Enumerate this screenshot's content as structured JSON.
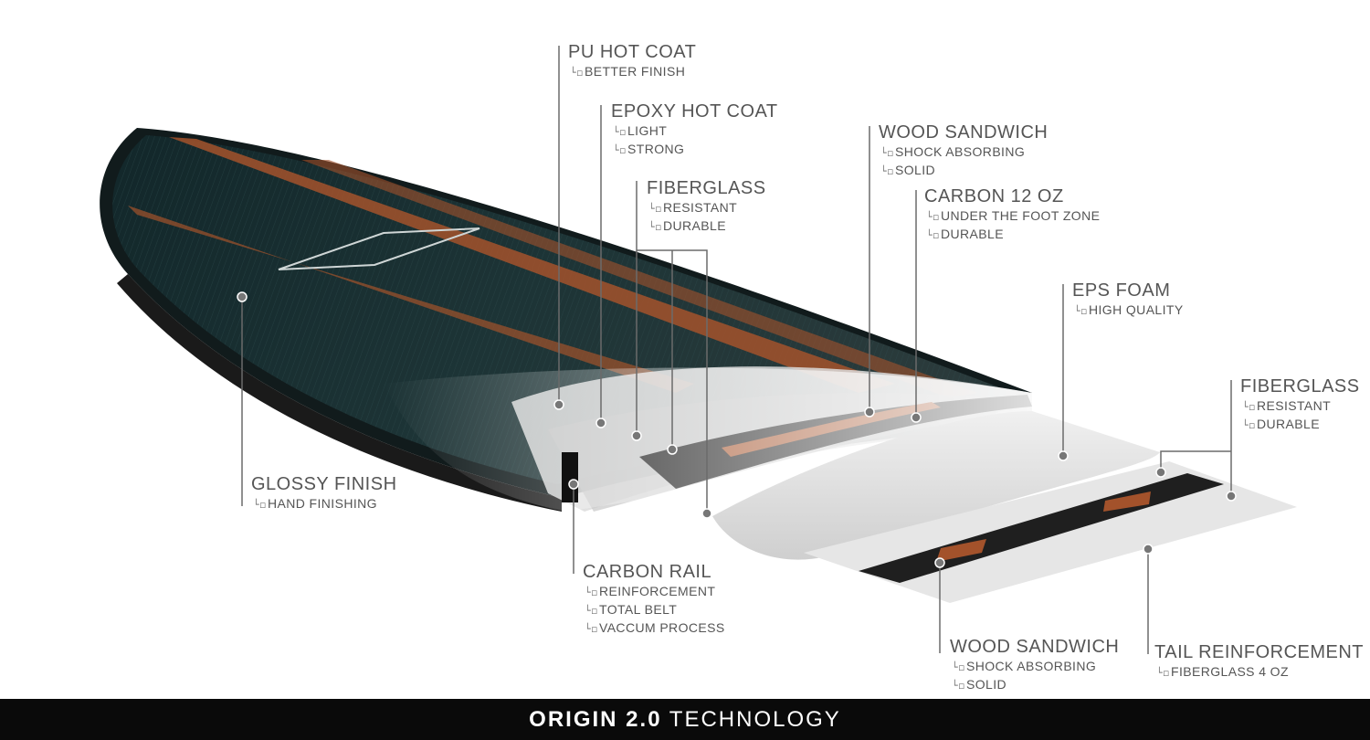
{
  "callouts": [
    {
      "id": "pu-hot-coat",
      "title": "PU HOT COAT",
      "subs": [
        "BETTER FINISH"
      ]
    },
    {
      "id": "epoxy-hot-coat",
      "title": "EPOXY HOT COAT",
      "subs": [
        "LIGHT",
        "STRONG"
      ]
    },
    {
      "id": "fiberglass-top",
      "title": "FIBERGLASS",
      "subs": [
        "RESISTANT",
        "DURABLE"
      ]
    },
    {
      "id": "wood-sandwich-top",
      "title": "WOOD SANDWICH",
      "subs": [
        "SHOCK ABSORBING",
        "SOLID"
      ]
    },
    {
      "id": "carbon-12-oz",
      "title": "CARBON 12 OZ",
      "subs": [
        "UNDER THE FOOT ZONE",
        "DURABLE"
      ]
    },
    {
      "id": "eps-foam",
      "title": "EPS FOAM",
      "subs": [
        "HIGH QUALITY"
      ]
    },
    {
      "id": "fiberglass-bottom",
      "title": "FIBERGLASS",
      "subs": [
        "RESISTANT",
        "DURABLE"
      ]
    },
    {
      "id": "glossy-finish",
      "title": "GLOSSY FINISH",
      "subs": [
        "HAND FINISHING"
      ]
    },
    {
      "id": "carbon-rail",
      "title": "CARBON RAIL",
      "subs": [
        "REINFORCEMENT",
        "TOTAL BELT",
        "VACCUM PROCESS"
      ]
    },
    {
      "id": "wood-sandwich-bottom",
      "title": "WOOD SANDWICH",
      "subs": [
        "SHOCK ABSORBING",
        "SOLID"
      ]
    },
    {
      "id": "tail-reinforcement",
      "title": "TAIL REINFORCEMENT",
      "subs": [
        "FIBERGLASS 4 OZ"
      ]
    }
  ],
  "sub_glyph": "└▫",
  "footer": {
    "bold": "ORIGIN 2.0",
    "rest": "TECHNOLOGY"
  },
  "colors": {
    "board_dark": "#16292b",
    "wood_stripe": "#a3522b",
    "carbon": "#1c1c1c",
    "foam": "#e2e2e2",
    "leader_line": "#6b6b6b",
    "text": "#555555",
    "footer_bg": "#0a0a0a"
  }
}
